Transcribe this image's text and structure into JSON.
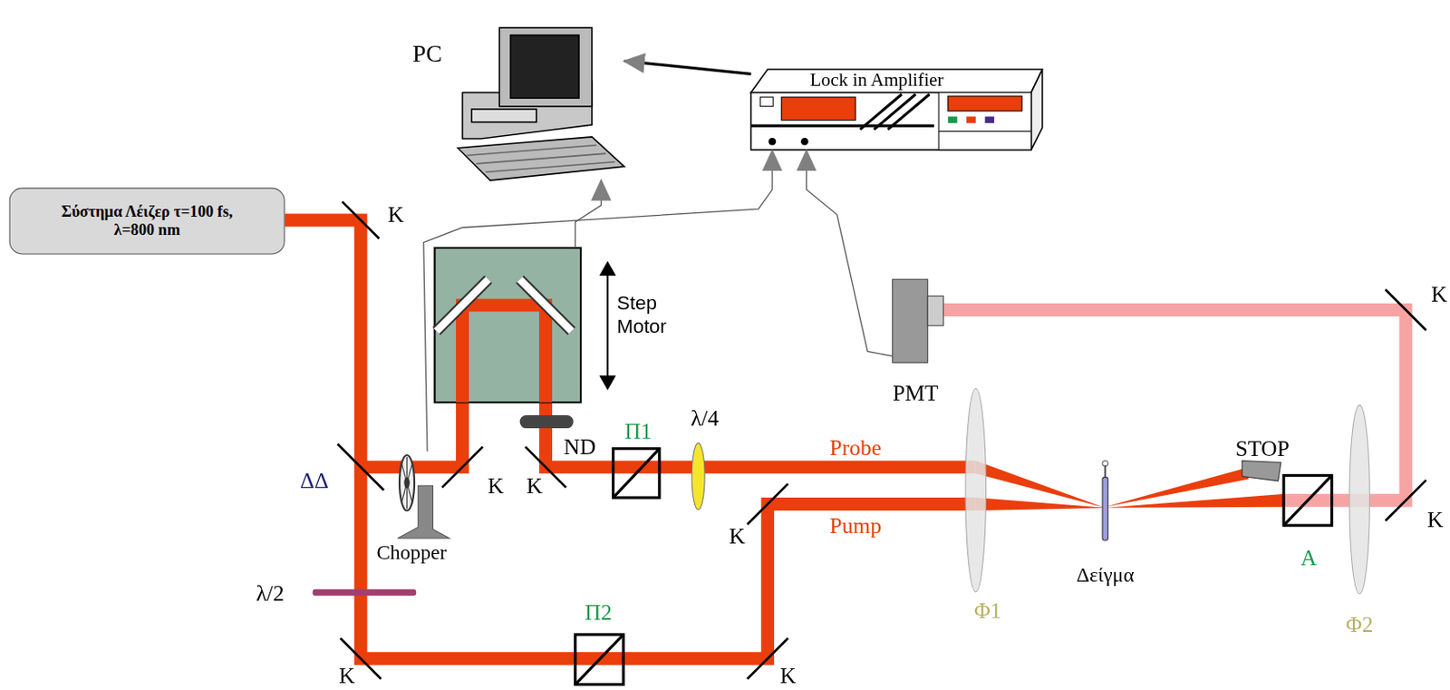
{
  "diagram": {
    "nodes": [
      {
        "text": [
          "Σύστημα Λέιζερ τ=100 fs, λ=800 nm"
        ]
      },
      {
        "text": [
          "PC"
        ]
      },
      {
        "text": [
          "Lock in Amplifier"
        ]
      },
      {
        "text": [
          "Step Motor"
        ]
      },
      {
        "text": [
          "Chopper"
        ]
      },
      {
        "text": [
          "PMT"
        ]
      }
    ],
    "edges": [
      {
        "from": 2,
        "to": 1,
        "arrow": "to"
      },
      {
        "from": 3,
        "to": 1,
        "arrow": "to"
      },
      {
        "from": 4,
        "to": 2,
        "arrow": "to"
      },
      {
        "from": 5,
        "to": 2,
        "arrow": "to"
      }
    ],
    "labels": [
      "K",
      "ΔΔ",
      "λ/2",
      "K",
      "Π2",
      "K",
      "K",
      "K",
      "ND",
      "Π1",
      "λ/4",
      "Probe",
      "Pump",
      "K",
      "Φ1",
      "Δείγμα",
      "STOP",
      "A",
      "Φ2",
      "K",
      "K"
    ]
  }
}
